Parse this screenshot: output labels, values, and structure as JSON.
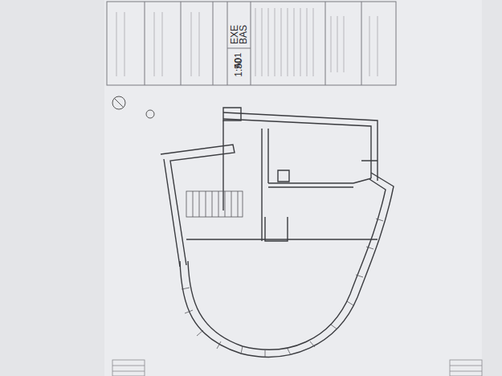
{
  "diagram": {
    "labels": [
      "1:50",
      "EXE",
      "BAS",
      "A01"
    ]
  }
}
